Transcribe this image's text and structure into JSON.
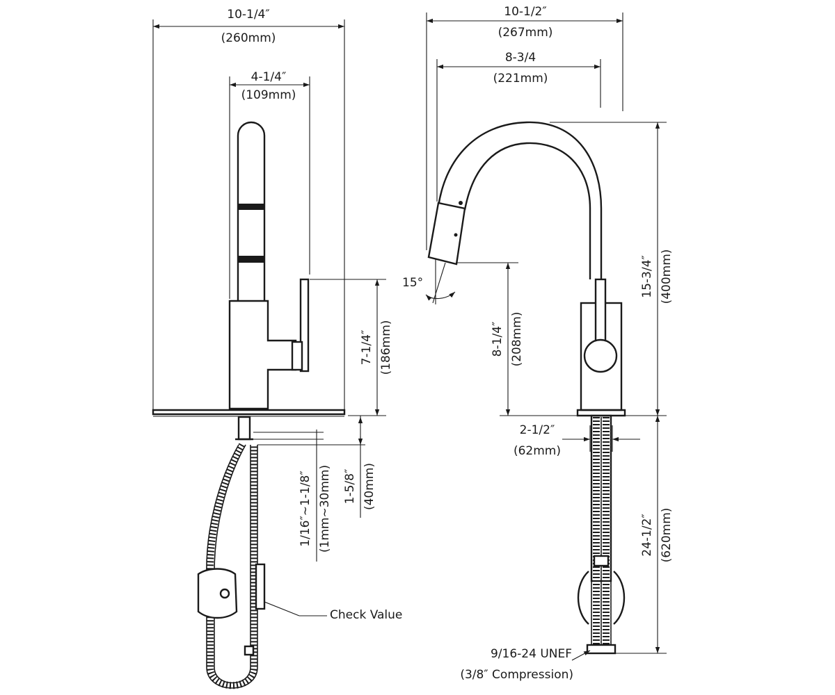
{
  "drawing": {
    "side_view": {
      "width_in": "10-1/4″",
      "width_mm": "(260mm)",
      "spout_reach_in": "4-1/4″",
      "spout_reach_mm": "(109mm)",
      "handle_height_in": "7-1/4″",
      "handle_height_mm": "(186mm)",
      "deck_range_in": "1/16″~1-1/8″",
      "deck_range_mm": "(1mm~30mm)",
      "shank_in": "1-5/8″",
      "shank_mm": "(40mm)",
      "check_valve_label": "Check Value"
    },
    "front_view": {
      "overall_width_in": "10-1/2″",
      "overall_width_mm": "(267mm)",
      "reach_in": "8-3/4",
      "reach_mm": "(221mm)",
      "angle": "15°",
      "spout_height_in": "8-1/4″",
      "spout_height_mm": "(208mm)",
      "total_height_in": "15-3/4″",
      "total_height_mm": "(400mm)",
      "base_width_in": "2-1/2″",
      "base_width_mm": "(62mm)",
      "hose_length_in": "24-1/2″",
      "hose_length_mm": "(620mm)",
      "thread_spec": "9/16-24 UNEF",
      "thread_note": "(3/8″ Compression)"
    }
  }
}
